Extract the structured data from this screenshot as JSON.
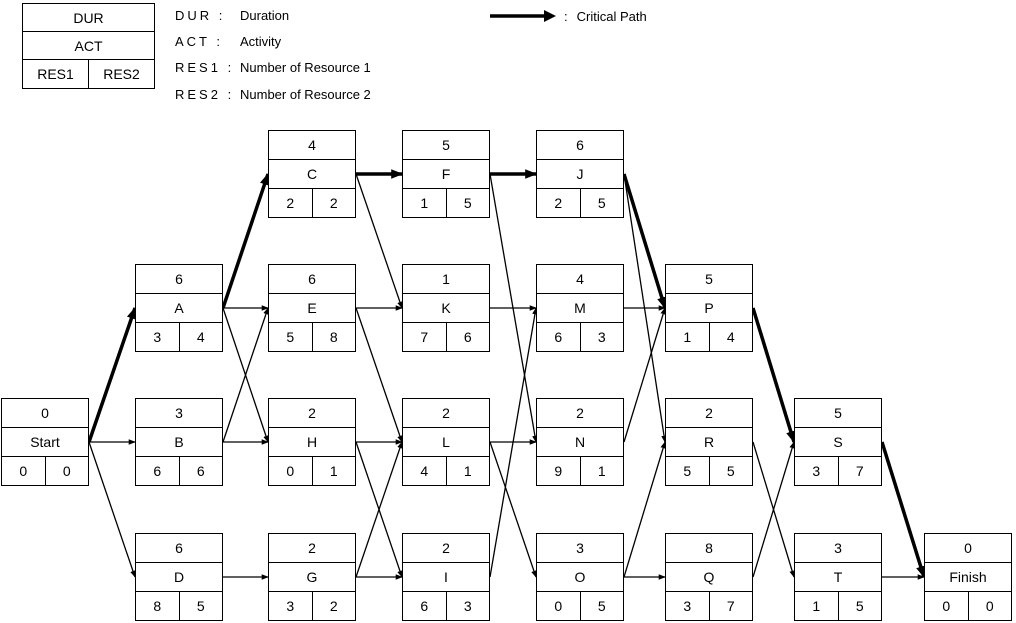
{
  "legend": {
    "box": {
      "dur": "DUR",
      "act": "ACT",
      "res1": "RES1",
      "res2": "RES2"
    },
    "definitions": [
      {
        "abbr": "DUR",
        "sep": ":",
        "text": "Duration"
      },
      {
        "abbr": "ACT",
        "sep": ":",
        "text": "Activity"
      },
      {
        "abbr": "RES1",
        "sep": ":",
        "text": "Number of Resource 1"
      },
      {
        "abbr": "RES2",
        "sep": ":",
        "text": "Number of Resource 2"
      }
    ],
    "critical_path": {
      "sep": ":",
      "text": "Critical Path"
    }
  },
  "nodes": {
    "Start": {
      "dur": "0",
      "act": "Start",
      "res1": "0",
      "res2": "0"
    },
    "A": {
      "dur": "6",
      "act": "A",
      "res1": "3",
      "res2": "4"
    },
    "B": {
      "dur": "3",
      "act": "B",
      "res1": "6",
      "res2": "6"
    },
    "C": {
      "dur": "4",
      "act": "C",
      "res1": "2",
      "res2": "2"
    },
    "D": {
      "dur": "6",
      "act": "D",
      "res1": "8",
      "res2": "5"
    },
    "E": {
      "dur": "6",
      "act": "E",
      "res1": "5",
      "res2": "8"
    },
    "F": {
      "dur": "5",
      "act": "F",
      "res1": "1",
      "res2": "5"
    },
    "G": {
      "dur": "2",
      "act": "G",
      "res1": "3",
      "res2": "2"
    },
    "H": {
      "dur": "2",
      "act": "H",
      "res1": "0",
      "res2": "1"
    },
    "I": {
      "dur": "2",
      "act": "I",
      "res1": "6",
      "res2": "3"
    },
    "J": {
      "dur": "6",
      "act": "J",
      "res1": "2",
      "res2": "5"
    },
    "K": {
      "dur": "1",
      "act": "K",
      "res1": "7",
      "res2": "6"
    },
    "L": {
      "dur": "2",
      "act": "L",
      "res1": "4",
      "res2": "1"
    },
    "M": {
      "dur": "4",
      "act": "M",
      "res1": "6",
      "res2": "3"
    },
    "N": {
      "dur": "2",
      "act": "N",
      "res1": "9",
      "res2": "1"
    },
    "O": {
      "dur": "3",
      "act": "O",
      "res1": "0",
      "res2": "5"
    },
    "P": {
      "dur": "5",
      "act": "P",
      "res1": "1",
      "res2": "4"
    },
    "Q": {
      "dur": "8",
      "act": "Q",
      "res1": "3",
      "res2": "7"
    },
    "R": {
      "dur": "2",
      "act": "R",
      "res1": "5",
      "res2": "5"
    },
    "S": {
      "dur": "5",
      "act": "S",
      "res1": "3",
      "res2": "7"
    },
    "T": {
      "dur": "3",
      "act": "T",
      "res1": "1",
      "res2": "5"
    },
    "Finish": {
      "dur": "0",
      "act": "Finish",
      "res1": "0",
      "res2": "0"
    }
  },
  "edges": [
    {
      "from": "Start",
      "to": "A",
      "critical": true
    },
    {
      "from": "Start",
      "to": "B",
      "critical": false
    },
    {
      "from": "Start",
      "to": "D",
      "critical": false
    },
    {
      "from": "A",
      "to": "C",
      "critical": true
    },
    {
      "from": "A",
      "to": "E",
      "critical": false
    },
    {
      "from": "A",
      "to": "H",
      "critical": false
    },
    {
      "from": "B",
      "to": "E",
      "critical": false
    },
    {
      "from": "B",
      "to": "H",
      "critical": false
    },
    {
      "from": "D",
      "to": "G",
      "critical": false
    },
    {
      "from": "C",
      "to": "F",
      "critical": true
    },
    {
      "from": "C",
      "to": "K",
      "critical": false
    },
    {
      "from": "E",
      "to": "K",
      "critical": false
    },
    {
      "from": "E",
      "to": "L",
      "critical": false
    },
    {
      "from": "H",
      "to": "L",
      "critical": false
    },
    {
      "from": "H",
      "to": "I",
      "critical": false
    },
    {
      "from": "G",
      "to": "L",
      "critical": false
    },
    {
      "from": "G",
      "to": "I",
      "critical": false
    },
    {
      "from": "F",
      "to": "J",
      "critical": true
    },
    {
      "from": "F",
      "to": "N",
      "critical": false
    },
    {
      "from": "K",
      "to": "M",
      "critical": false
    },
    {
      "from": "L",
      "to": "N",
      "critical": false
    },
    {
      "from": "L",
      "to": "O",
      "critical": false
    },
    {
      "from": "I",
      "to": "M",
      "critical": false
    },
    {
      "from": "J",
      "to": "P",
      "critical": true
    },
    {
      "from": "J",
      "to": "R",
      "critical": false
    },
    {
      "from": "M",
      "to": "P",
      "critical": false
    },
    {
      "from": "N",
      "to": "P",
      "critical": false
    },
    {
      "from": "O",
      "to": "Q",
      "critical": false
    },
    {
      "from": "O",
      "to": "R",
      "critical": false
    },
    {
      "from": "P",
      "to": "S",
      "critical": true
    },
    {
      "from": "R",
      "to": "T",
      "critical": false
    },
    {
      "from": "Q",
      "to": "S",
      "critical": false
    },
    {
      "from": "S",
      "to": "Finish",
      "critical": true
    },
    {
      "from": "T",
      "to": "Finish",
      "critical": false
    }
  ]
}
